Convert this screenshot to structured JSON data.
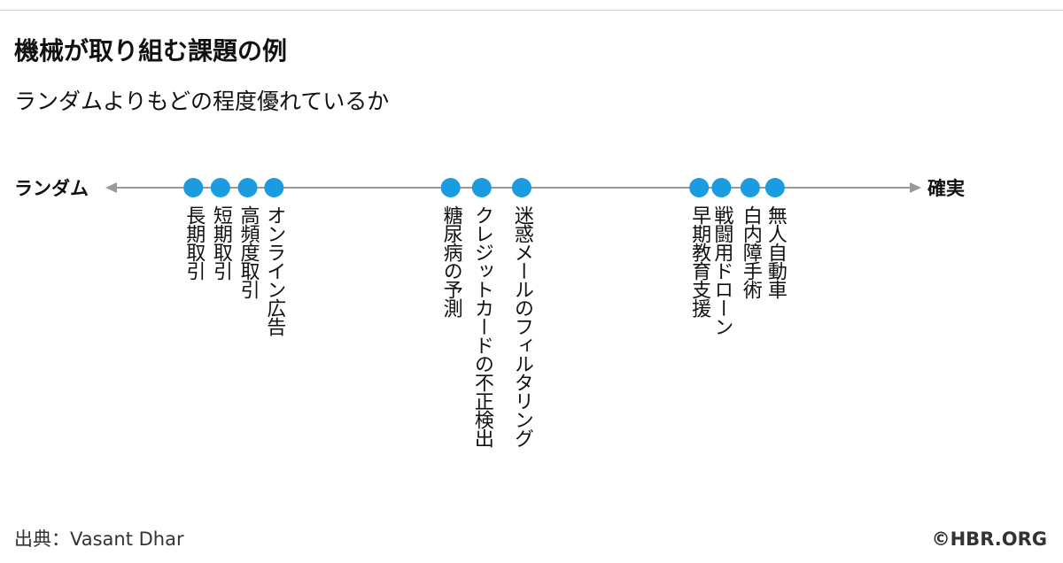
{
  "title": "機械が取り組む課題の例",
  "subtitle": "ランダムよりもどの程度優れているか",
  "scale": {
    "left_label": "ランダム",
    "right_label": "確実"
  },
  "colors": {
    "dot": "#1b9be0",
    "axis": "#999999",
    "text": "#111111"
  },
  "items": [
    {
      "label": "長期取引",
      "position": 0.1
    },
    {
      "label": "短期取引",
      "position": 0.134
    },
    {
      "label": "高頻度取引",
      "position": 0.168
    },
    {
      "label": "オンライン広告",
      "position": 0.201
    },
    {
      "label": "糖尿病の予測",
      "position": 0.422
    },
    {
      "label": "クレジットカードの不正検出",
      "position": 0.461
    },
    {
      "label": "迷惑メールのフィルタリング",
      "position": 0.511
    },
    {
      "label": "早期教育支援",
      "position": 0.733
    },
    {
      "label": "戦闘用ドローン",
      "position": 0.761
    },
    {
      "label": "白内障手術",
      "position": 0.797
    },
    {
      "label": "無人自動車",
      "position": 0.828
    }
  ],
  "source": "出典：Vasant Dhar",
  "brand": "©HBR.ORG"
}
